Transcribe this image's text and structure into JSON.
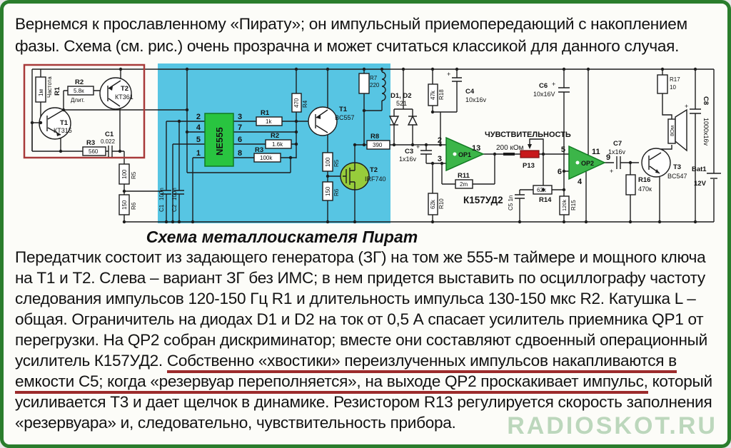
{
  "intro": "Вернемся к прославленному «Пирату»; он импульсный приемопередающий с накоплением фазы. Схема (см. рис.) очень прозрачна и может считаться классикой для данного случая.",
  "caption": "Схема металлоискателя Пират",
  "description": {
    "part1": "Передатчик состоит из задающего генератора (ЗГ) на том же 555-м таймере и мощного ключа на Т1 и Т2. Слева – вариант ЗГ без ИМС; в нем придется выставить по осциллографу частоту следования импульсов 120-150 Гц R1 и длительность импульса 130-150 мкс R2. Катушка L – общая. Ограничитель на диодах D1 и D2 на ток от 0,5 А спасает усилитель приемника QP1 от перегрузки. На QP2 собран дискриминатор; вместе они составляют сдвоенный операционный усилитель К157УД2. ",
    "underlined": "Собственно «хвостики» переизлученных импульсов накапливаются в емкости С5; когда «резервуар переполняется», на выходе QP2 проскакивает импульс,",
    "part2": " который усиливается Т3 и дает щелчок в динамике. Резистором R13 регулируется скорость заполнения «резервуара» и, следовательно, чувствительность прибора."
  },
  "watermark": "RADIOSKOT.RU",
  "colors": {
    "border_green": "#2a7d2c",
    "cyan_block": "#57c5e3",
    "ic_green": "#29c440",
    "opamp_green": "#3cb549",
    "mosfet_green": "#97cc3b",
    "pot_red": "#c8181c",
    "osc_box_red": "#a83a3a",
    "underline_red": "#9c2b2b"
  },
  "schematic": {
    "osc": {
      "r1": {
        "name": "R1",
        "value": "1м",
        "note": "Частота"
      },
      "r2": {
        "name": "R2",
        "value": "5.8к",
        "note": "Длит."
      },
      "r3": {
        "name": "R3",
        "value": "560"
      },
      "c1": {
        "name": "C1",
        "value": "0.022"
      },
      "r5": {
        "name": "R5",
        "value": "100"
      },
      "r6": {
        "name": "R6",
        "value": "150"
      },
      "t1": {
        "name": "T1",
        "type": "КТ315"
      },
      "t2": {
        "name": "T2",
        "type": "КТ361"
      }
    },
    "timer": {
      "ic": "NE555",
      "pins_left": [
        "2",
        "4",
        "5",
        "1"
      ],
      "pins_right": [
        "3",
        "7",
        "6",
        "8"
      ],
      "c1": {
        "name": "C1",
        "value": "100n"
      },
      "c2": {
        "name": "C2",
        "value": "100n"
      },
      "r1": {
        "name": "R1",
        "value": "1k"
      },
      "r2": {
        "name": "R2",
        "value": "1.6k"
      },
      "r3": {
        "name": "R3",
        "value": "100k"
      },
      "r4": {
        "name": "R4",
        "value": "470"
      },
      "r5": {
        "name": "R5",
        "value": "100"
      },
      "r6": {
        "name": "R6",
        "value": "150"
      },
      "r7": {
        "name": "R7",
        "value": "220"
      },
      "r8": {
        "name": "R8",
        "value": "390"
      },
      "t1": {
        "name": "T1",
        "type": "BC557"
      },
      "t2": {
        "name": "T2",
        "type": "IRF740"
      }
    },
    "receiver": {
      "d12": {
        "name": "D1, D2",
        "type": "521"
      },
      "c3": {
        "name": "C3",
        "value": "1x16v"
      },
      "c4": {
        "name": "C4",
        "value": "10x16v"
      },
      "r18": {
        "name": "R18",
        "value": "47k"
      },
      "op1": {
        "name": "OP1",
        "pin_a": "2",
        "pin_b": "3",
        "pin_out": "13"
      },
      "sens_label": "ЧУВСТВИТЕЛЬНОСТЬ",
      "sens_value": "200 кОм",
      "p13": {
        "name": "P13"
      },
      "r11": {
        "name": "R11",
        "value": "2m"
      },
      "r10": {
        "name": "R10",
        "value": "62k"
      },
      "ic": "К157УД2",
      "c5": {
        "name": "C5 1n"
      },
      "r14": {
        "name": "R14",
        "value": "62k"
      },
      "r15": {
        "name": "R15",
        "value": "120k"
      },
      "c6": {
        "name": "C6",
        "value": "10x16V"
      },
      "op2": {
        "name": "OP2",
        "pin_a": "5",
        "pin_b": "6",
        "pin_top": "11",
        "pin_bot": "4",
        "pin_out": "9"
      },
      "c7": {
        "name": "C7",
        "value": "1x16v"
      },
      "r16": {
        "name": "R16",
        "value": "470к"
      },
      "t3": {
        "name": "T3",
        "type": "BC547"
      },
      "r17": {
        "name": "R17",
        "value": "10"
      },
      "speaker": {
        "value": "8Ом"
      },
      "c8": {
        "name": "C8",
        "value": "1000x16v"
      },
      "bat": {
        "name": "Bat1",
        "value": "12V"
      }
    }
  }
}
